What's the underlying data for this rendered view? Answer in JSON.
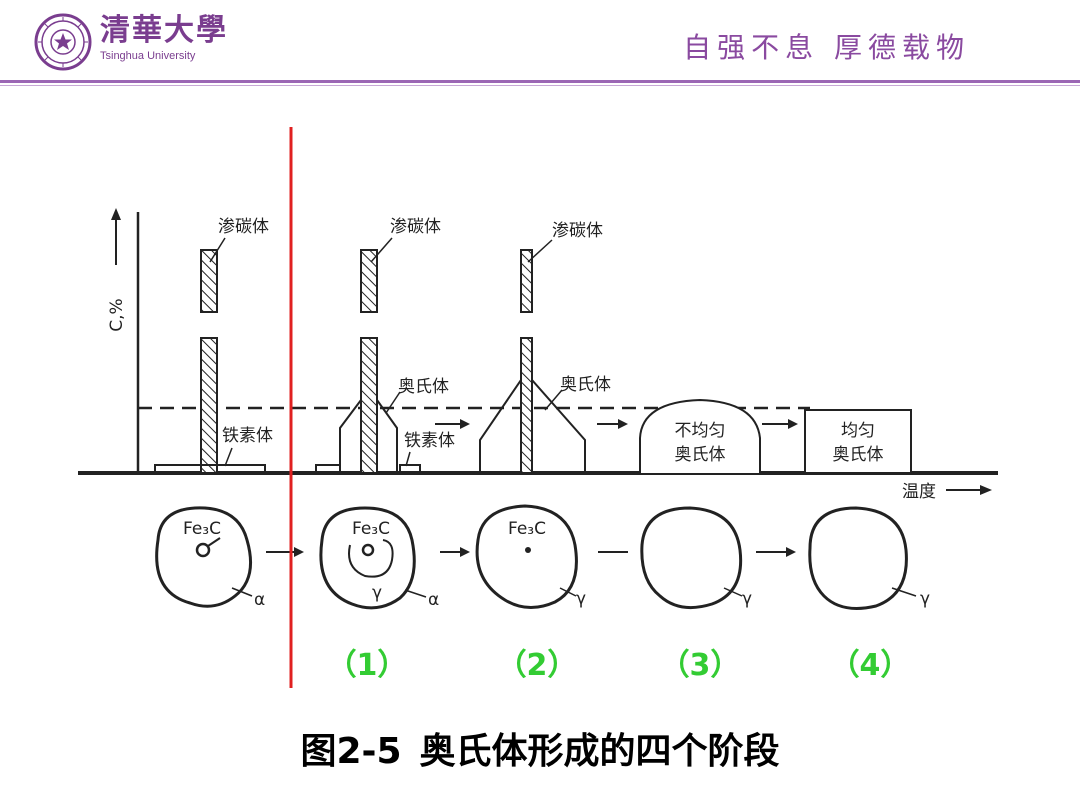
{
  "header": {
    "logo_name": "清華大學",
    "logo_en": "Tsinghua University",
    "motto": "自强不息  厚德载物"
  },
  "diagram": {
    "y_axis_label": "C,%",
    "x_axis_label": "温度",
    "labels": {
      "cementite": "渗碳体",
      "austenite": "奥氏体",
      "ferrite": "铁素体",
      "nonuniform_austenite_line1": "不均匀",
      "nonuniform_austenite_line2": "奥氏体",
      "uniform_austenite_line1": "均匀",
      "uniform_austenite_line2": "奥氏体"
    },
    "grain_labels": {
      "fe3c": "Fe₃C",
      "alpha": "α",
      "gamma": "γ"
    },
    "stages": [
      "（1）",
      "（2）",
      "（3）",
      "（4）"
    ],
    "colors": {
      "marker_line": "#e02020",
      "stage_numbers": "#33cc33",
      "ink": "#222222"
    }
  },
  "caption": {
    "number": "图2-5",
    "title": "奥氏体形成的四个阶段"
  }
}
